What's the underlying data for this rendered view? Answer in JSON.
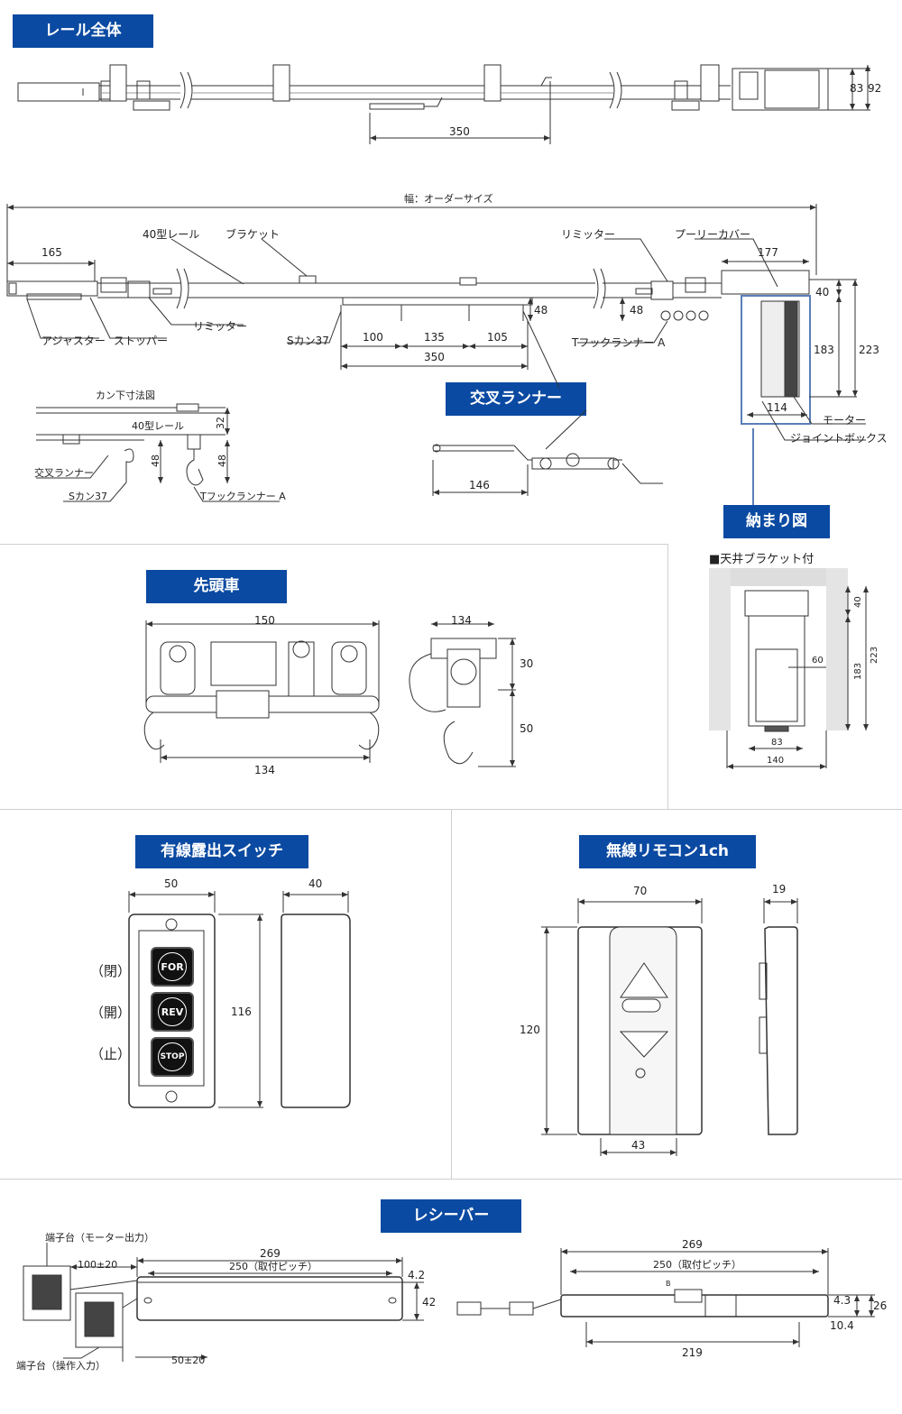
{
  "sections": {
    "rail_all": "レール全体",
    "cross_runner": "交叉ランナー",
    "nosamari": "納まり図",
    "lead_car": "先頭車",
    "wired_switch": "有線露出スイッチ",
    "remote": "無線リモコン1ch",
    "receiver": "レシーバー"
  },
  "top": {
    "dim_350": "350",
    "dim_83": "83",
    "dim_92": "92"
  },
  "main": {
    "width_label": "幅：オーダーサイズ",
    "dim_165": "165",
    "rail40": "40型レール",
    "bracket": "ブラケット",
    "limiter_r": "リミッター",
    "pulley_cover": "プーリーカバー",
    "dim_177": "177",
    "dim_40": "40",
    "dim_48a": "48",
    "dim_48b": "48",
    "dim_183": "183",
    "dim_223": "223",
    "adjuster": "アジャスター",
    "stopper": "ストッパー",
    "limiter_l": "リミッター",
    "skan": "Sカン37",
    "dim_100": "100",
    "dim_135": "135",
    "dim_105": "105",
    "dim_350b": "350",
    "thook": "Tフックランナー A",
    "dim_114": "114",
    "motor": "モーター",
    "jbox": "ジョイントボックス"
  },
  "kan": {
    "title": "カン下寸法図",
    "rail": "40型レール",
    "dim_32": "32",
    "dim_48a": "48",
    "dim_48b": "48",
    "cross": "交叉ランナー",
    "skan": "Sカン37",
    "thook": "Tフックランナー A"
  },
  "cross": {
    "dim_146": "146"
  },
  "nos": {
    "caption": "■天井ブラケット付",
    "dim_40": "40",
    "dim_60": "60",
    "dim_223": "223",
    "dim_183": "183",
    "dim_83": "83",
    "dim_140": "140"
  },
  "lead": {
    "dim_150": "150",
    "dim_134": "134",
    "dim_134s": "134",
    "dim_30": "30",
    "dim_50": "50"
  },
  "switch": {
    "dim_50": "50",
    "dim_40": "40",
    "dim_116": "116",
    "lbl_close1": "（閉）",
    "lbl_close2": "（開）",
    "lbl_stop": "（止）",
    "btn_for": "FOR",
    "btn_rev": "REV",
    "btn_stop": "STOP"
  },
  "remote": {
    "dim_70": "70",
    "dim_19": "19",
    "dim_120": "120",
    "dim_43": "43"
  },
  "recv": {
    "term_motor": "端子台（モーター出力）",
    "term_op": "端子台（操作入力）",
    "dim_100": "100±20",
    "dim_269": "269",
    "dim_250": "250（取付ピッチ）",
    "dim_4_2": "4.2",
    "dim_42": "42",
    "dim_50": "50±20",
    "dim_269b": "269",
    "dim_250b": "250（取付ピッチ）",
    "dim_4_3": "4.3",
    "dim_26": "26",
    "dim_10_4": "10.4",
    "dim_219": "219",
    "mark_b": "B"
  }
}
